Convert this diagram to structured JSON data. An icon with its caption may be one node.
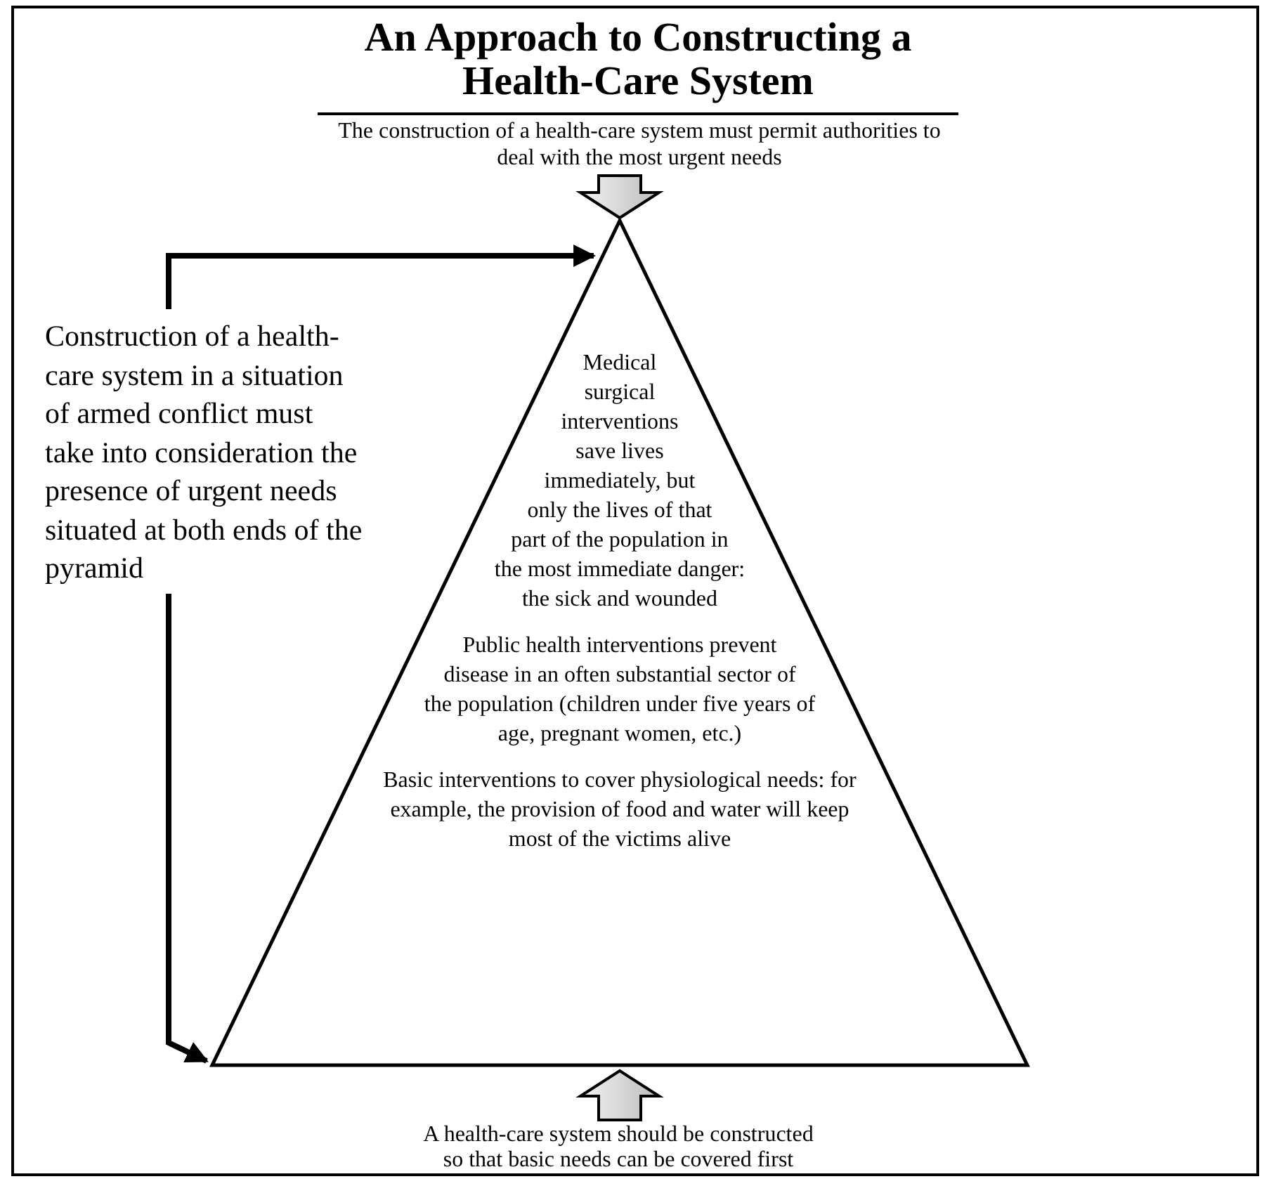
{
  "diagram": {
    "title": "An Approach to Constructing a Health-Care System",
    "nodes": [
      {
        "text": [
          "The construction of a health-care system must permit authorities to deal with the most urgent needs"
        ]
      },
      {
        "text": [
          "Medical surgical interventions save lives immediately, but only the lives of that part of the population in the most immediate danger: the sick and wounded",
          "Public health interventions prevent disease in an often substantial sector of the population (children under five years of age, pregnant women, etc.)",
          "Basic interventions to cover physiological needs: for example, the provision of food and water will keep most of the victims alive"
        ]
      },
      {
        "text": [
          "Construction of a health-care system in a situation of armed conflict must take into consideration the presence of urgent needs situated at both ends of the pyramid"
        ]
      },
      {
        "text": [
          "A health-care system should be constructed so that basic needs can be covered first"
        ]
      }
    ],
    "edges": [
      {
        "from": 0,
        "to": 1,
        "arrow": "to",
        "style": "thick"
      },
      {
        "from": 2,
        "to": 1,
        "arrow": "to"
      },
      {
        "from": 2,
        "to": 1,
        "arrow": "to"
      },
      {
        "from": 3,
        "to": 1,
        "arrow": "to",
        "style": "thick"
      }
    ]
  }
}
